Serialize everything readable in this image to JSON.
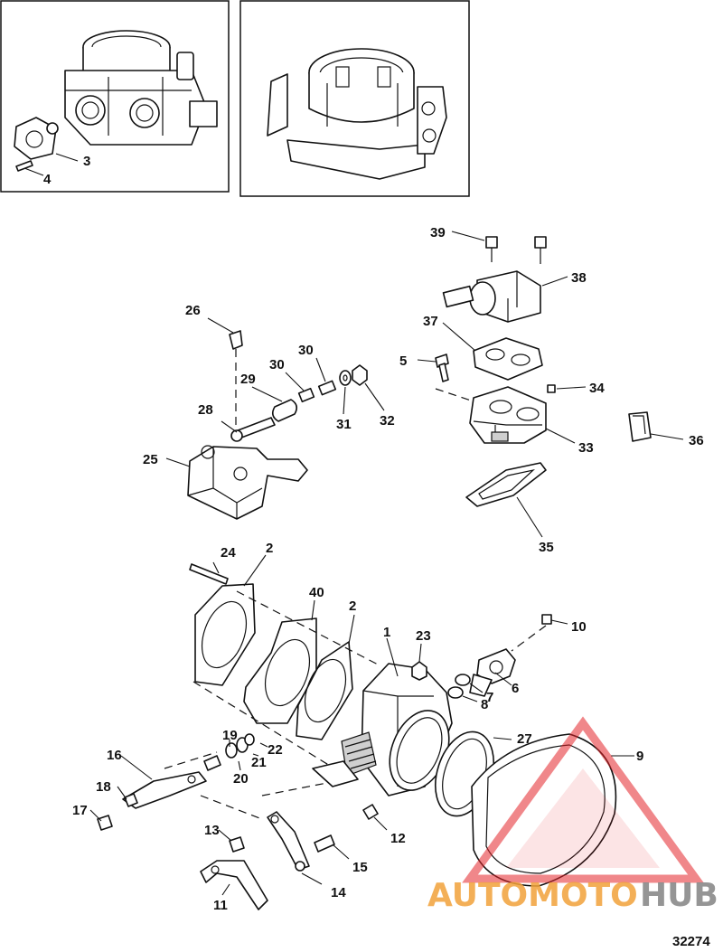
{
  "figure_number": "32274",
  "watermark": {
    "text_part1": "AUTOMOTO",
    "text_part2": "HUB",
    "color_accent": "#e4252a",
    "color_text1": "#f2a23a",
    "color_text2": "#8a8a8a"
  },
  "callouts": {
    "c1": "1",
    "c2a": "2",
    "c2b": "2",
    "c3": "3",
    "c4": "4",
    "c5": "5",
    "c6": "6",
    "c7": "7",
    "c8": "8",
    "c9": "9",
    "c10": "10",
    "c11": "11",
    "c12": "12",
    "c13": "13",
    "c14": "14",
    "c15": "15",
    "c16": "16",
    "c17": "17",
    "c18": "18",
    "c19": "19",
    "c20": "20",
    "c21": "21",
    "c22": "22",
    "c23": "23",
    "c24": "24",
    "c25": "25",
    "c26": "26",
    "c27": "27",
    "c28": "28",
    "c29": "29",
    "c30a": "30",
    "c30b": "30",
    "c31": "31",
    "c32": "32",
    "c33": "33",
    "c34": "34",
    "c35": "35",
    "c36": "36",
    "c37": "37",
    "c38": "38",
    "c39": "39",
    "c40": "40"
  }
}
